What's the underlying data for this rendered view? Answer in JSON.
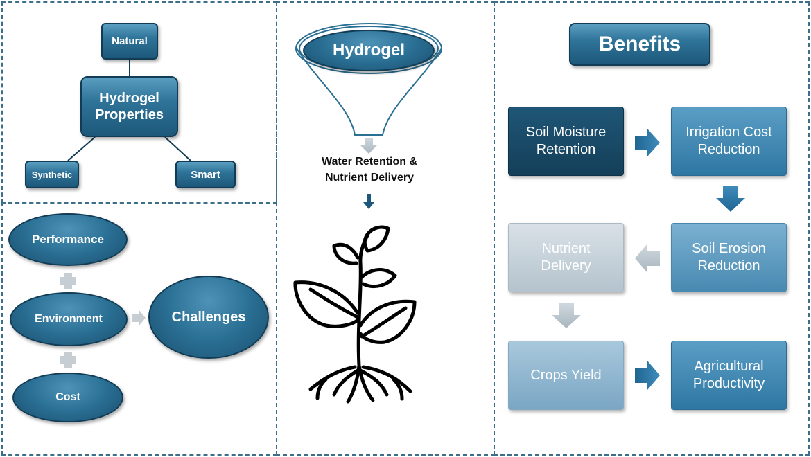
{
  "properties": {
    "center": "Hydrogel Properties",
    "natural": "Natural",
    "synthetic": "Synthetic",
    "smart": "Smart"
  },
  "challenges": {
    "performance": "Performance",
    "environment": "Environment",
    "cost": "Cost",
    "plus": "+",
    "result": "Challenges"
  },
  "hydrogel": {
    "label": "Hydrogel",
    "caption": "Water Retention & Nutrient Delivery"
  },
  "benefits": {
    "title": "Benefits",
    "soil_moisture": "Soil Moisture Retention",
    "irrigation": "Irrigation Cost Reduction",
    "erosion": "Soil Erosion Reduction",
    "nutrient": "Nutrient Delivery",
    "crops": "Crops Yield",
    "productivity": "Agricultural Productivity"
  },
  "colors": {
    "dark_teal": "#1d587a",
    "panel_border": "#3d6f8a",
    "arrow_blue": "#2f7bab",
    "arrow_gray": "#b9c4cb"
  }
}
